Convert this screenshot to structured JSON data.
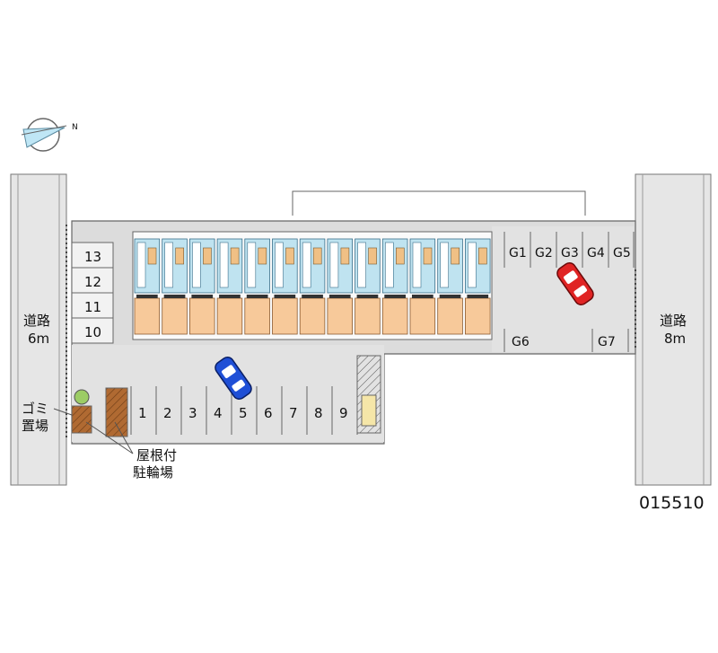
{
  "compass": {
    "north_label": "N"
  },
  "roads": {
    "left": {
      "line1": "道路",
      "line2": "6m"
    },
    "right": {
      "line1": "道路",
      "line2": "8m"
    }
  },
  "garbage": {
    "line1": "ゴミ",
    "line2": "置場"
  },
  "bike_shelter": {
    "line1": "屋根付",
    "line2": "駐輪場"
  },
  "left_stack_spaces": [
    "13",
    "12",
    "11",
    "10"
  ],
  "bottom_spaces": [
    "1",
    "2",
    "3",
    "4",
    "5",
    "6",
    "7",
    "8",
    "9"
  ],
  "g_top_spaces": [
    "G1",
    "G2",
    "G3",
    "G4",
    "G5"
  ],
  "g_bottom_spaces": [
    "G6",
    "G7"
  ],
  "property_code": "015510",
  "colors": {
    "road": "#e6e6e6",
    "lot": "#dcdcdc",
    "building_lower": "#f7c99a",
    "building_upper": "#bfe3f0",
    "bike_shelter": "#b06a32",
    "car_blue": "#1f4fd6",
    "car_red": "#e02424"
  }
}
